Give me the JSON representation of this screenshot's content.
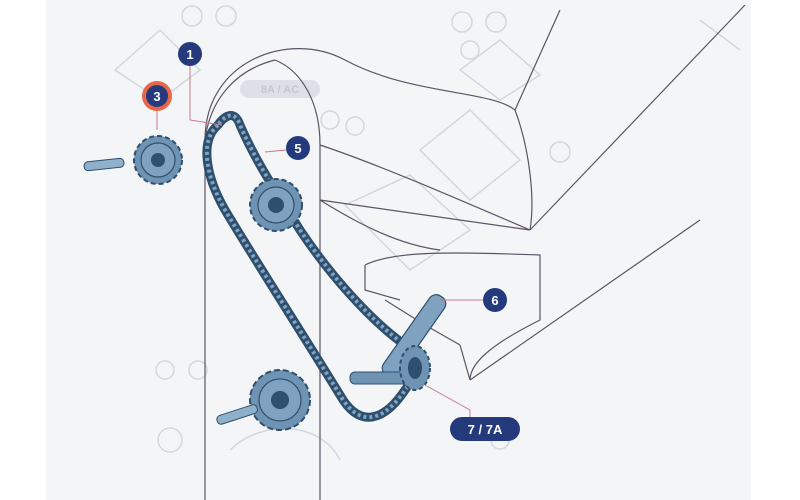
{
  "colors": {
    "background": "#ffffff",
    "paper": "#f4f5f7",
    "outline": "#5c5466",
    "part_fill": "#6f93b3",
    "part_dark": "#2f4f6e",
    "callout_fill": "#243a7c",
    "callout_highlight": "#e8674a",
    "leader": "#c77a88",
    "ghost": "#c9ced6"
  },
  "ghost_label": "8A / AC",
  "callouts": [
    {
      "id": "chain",
      "text": "1",
      "highlight": false
    },
    {
      "id": "sprocket-small",
      "text": "3",
      "highlight": true
    },
    {
      "id": "sprocket-upper",
      "text": "5",
      "highlight": false
    },
    {
      "id": "shaft",
      "text": "6",
      "highlight": false
    },
    {
      "id": "drive-sprocket",
      "text": "7 / 7A",
      "highlight": false
    }
  ],
  "icons": [
    "callout-badge",
    "sprocket",
    "roller-chain",
    "axle-pin",
    "drive-shaft"
  ]
}
